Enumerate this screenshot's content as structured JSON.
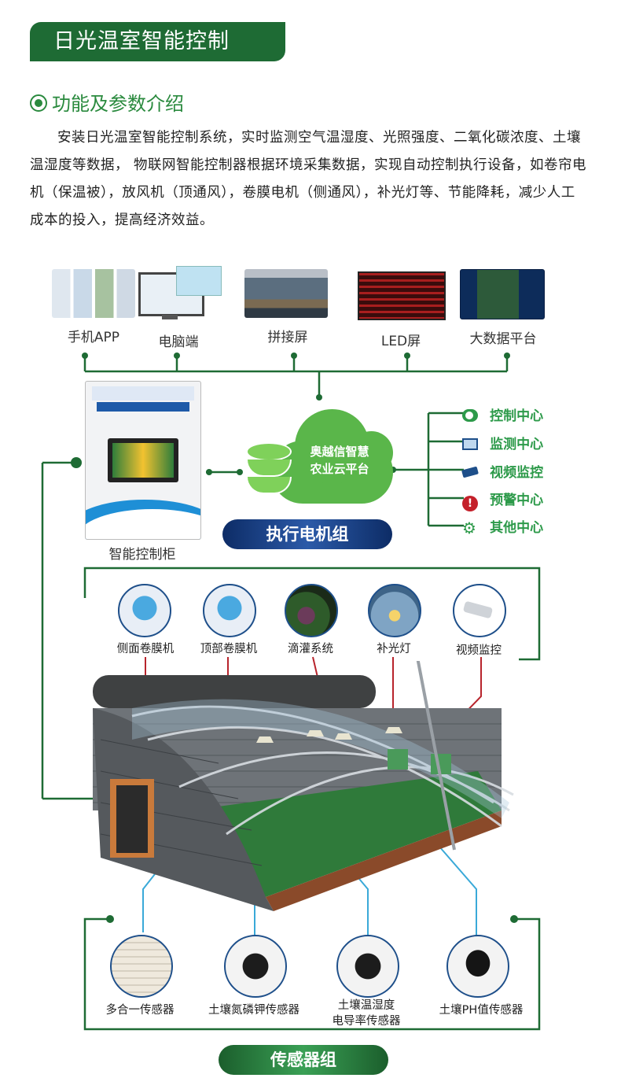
{
  "header": {
    "title": "日光温室智能控制"
  },
  "section": {
    "icon": "target-circle-icon",
    "title": "功能及参数介绍"
  },
  "intro": {
    "text": "安装日光温室智能控制系统，实时监测空气温湿度、光照强度、二氧化碳浓度、土壤温湿度等数据， 物联网智能控制器根据环境采集数据，实现自动控制执行设备，如卷帘电机（保温被），放风机（顶通风），卷膜电机（侧通风），补光灯等、节能降耗，减少人工成本的投入，提高经济效益。"
  },
  "terminals": [
    {
      "label": "手机APP",
      "icon": "phone-app-icon"
    },
    {
      "label": "电脑端",
      "icon": "computer-monitor-icon"
    },
    {
      "label": "拼接屏",
      "icon": "video-wall-icon"
    },
    {
      "label": "LED屏",
      "icon": "led-screen-icon"
    },
    {
      "label": "大数据平台",
      "icon": "big-data-dashboard-icon"
    }
  ],
  "cabinet": {
    "label": "智能控制柜"
  },
  "cloud": {
    "line1": "奥越信智慧",
    "line2": "农业云平台"
  },
  "centers": [
    {
      "label": "控制中心",
      "icon": "control-toggle-icon"
    },
    {
      "label": "监测中心",
      "icon": "monitor-chart-icon"
    },
    {
      "label": "视频监控",
      "icon": "cctv-camera-icon"
    },
    {
      "label": "预警中心",
      "icon": "alert-exclamation-icon"
    },
    {
      "label": "其他中心",
      "icon": "gear-icon"
    }
  ],
  "groups": {
    "actuators": "执行电机组",
    "sensors": "传感器组"
  },
  "actuators": [
    {
      "label": "侧面卷膜机",
      "icon": "film-roller-motor-icon"
    },
    {
      "label": "顶部卷膜机",
      "icon": "film-roller-motor-icon"
    },
    {
      "label": "滴灌系统",
      "icon": "drip-irrigation-icon"
    },
    {
      "label": "补光灯",
      "icon": "grow-light-icon"
    },
    {
      "label": "视频监控",
      "icon": "security-camera-icon"
    }
  ],
  "sensors": [
    {
      "label": "多合一传感器",
      "label2": "",
      "icon": "louvered-sensor-icon"
    },
    {
      "label": "土壤氮磷钾传感器",
      "label2": "",
      "icon": "soil-probe-sensor-icon"
    },
    {
      "label": "土壤温湿度",
      "label2": "电导率传感器",
      "icon": "soil-probe-sensor-icon"
    },
    {
      "label": "土壤PH值传感器",
      "label2": "",
      "icon": "ph-probe-sensor-icon"
    }
  ],
  "colors": {
    "brand_green": "#1e6b34",
    "accent_green": "#2d9a4a",
    "navy": "#1e3f7a",
    "red_line": "#b8242c",
    "blue_line": "#3aa9d8"
  }
}
